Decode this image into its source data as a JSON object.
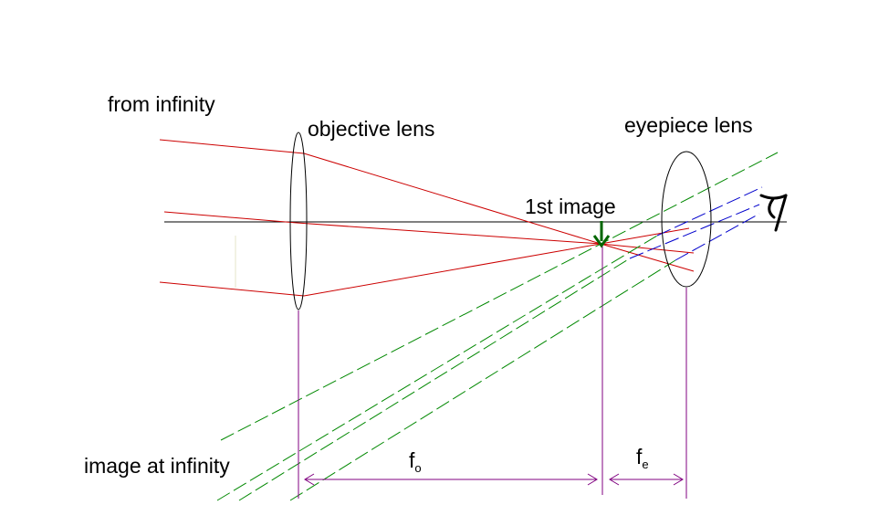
{
  "labels": {
    "from_infinity": "from infinity",
    "objective_lens": "objective lens",
    "eyepiece_lens": "eyepiece lens",
    "first_image": "1st image",
    "image_at_infinity": "image at infinity",
    "focal_objective_main": "f",
    "focal_objective_sub": "o",
    "focal_eyepiece_main": "f",
    "focal_eyepiece_sub": "e"
  },
  "colors": {
    "incoming_rays": "#cc0000",
    "outgoing_rays_green": "#008800",
    "outgoing_rays_blue": "#0000cc",
    "dimension_lines": "#800080",
    "image_arrow": "#006600",
    "axis": "#000000",
    "lens_outline": "#000000"
  },
  "icons": {
    "eye": "eye-icon",
    "image_arrow": "down-arrow-icon"
  }
}
